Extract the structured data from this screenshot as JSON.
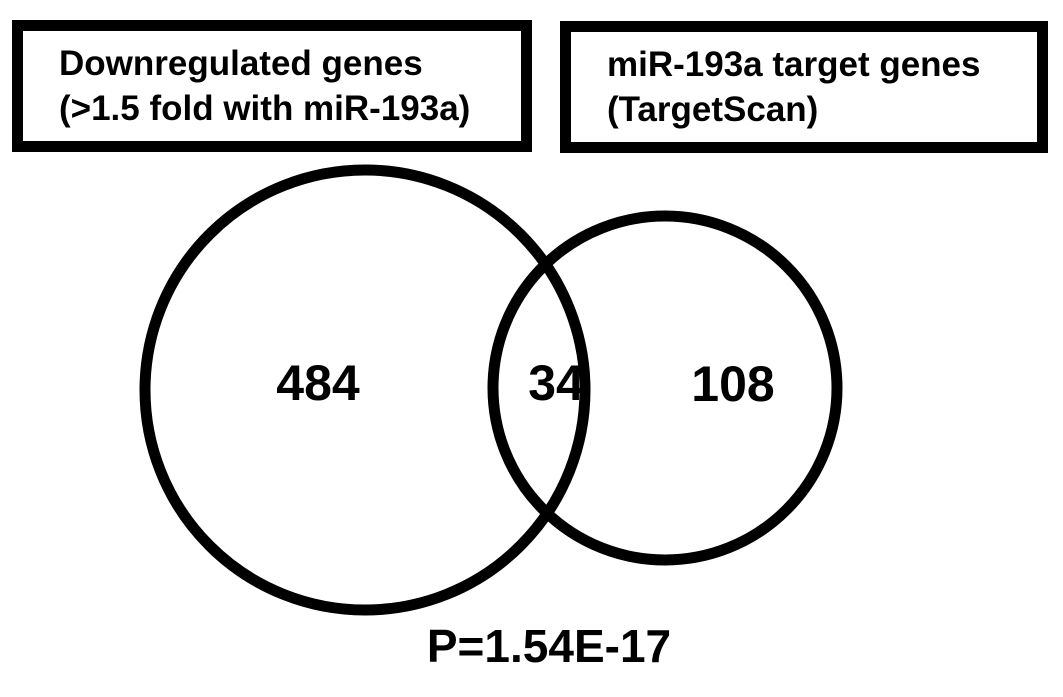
{
  "figure": {
    "left_box": {
      "line1": "Downregulated genes",
      "line2": "(>1.5 fold with miR-193a)"
    },
    "right_box": {
      "line1": "miR-193a target genes",
      "line2": "(TargetScan)"
    },
    "venn": {
      "left_only_count": "484",
      "overlap_count": "34",
      "right_only_count": "108",
      "p_value": "P=1.54E-17",
      "left_set_name": "Downregulated genes (>1.5 fold with miR-193a)",
      "right_set_name": "miR-193a target genes (TargetScan)"
    },
    "colors": {
      "stroke": "#000000",
      "background": "#ffffff"
    }
  }
}
